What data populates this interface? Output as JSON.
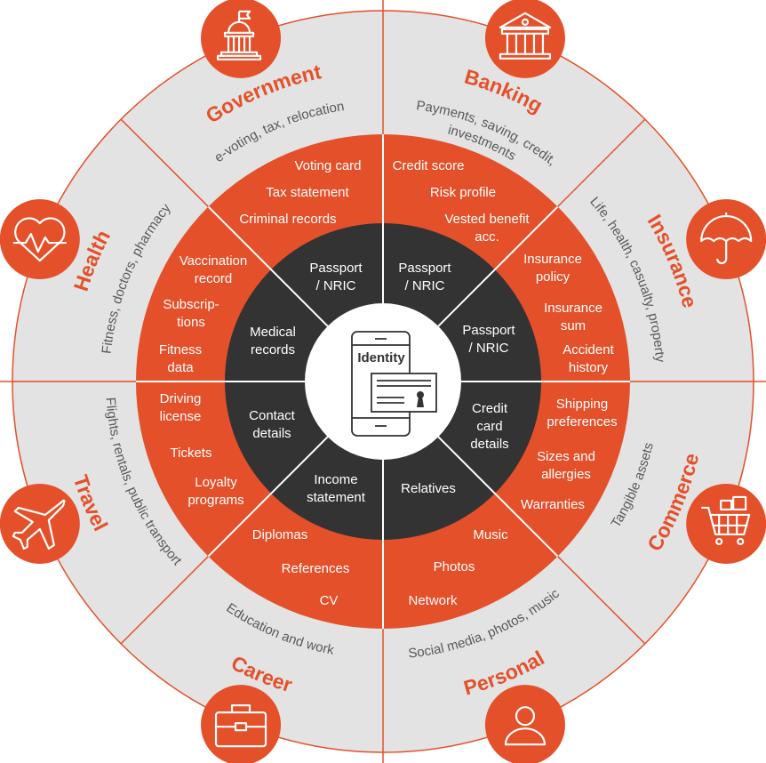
{
  "colors": {
    "accent": "#e4502a",
    "ring": "#e3e3e3",
    "dark": "#333333",
    "desc_text": "#595959"
  },
  "center": {
    "label": "Identity",
    "icon": "phone-id-card-icon"
  },
  "sectors": [
    {
      "title": "Government",
      "description": [
        "e-voting, tax, relocation"
      ],
      "icon": "capitol-building-icon",
      "items": [
        [
          "Voting card"
        ],
        [
          "Tax statement"
        ],
        [
          "Criminal records"
        ]
      ]
    },
    {
      "title": "Banking",
      "description": [
        "Payments, saving, credit,",
        "investments"
      ],
      "icon": "bank-icon",
      "items": [
        [
          "Credit score"
        ],
        [
          "Risk profile"
        ],
        [
          "Vested benefit",
          "acc."
        ]
      ]
    },
    {
      "title": "Insurance",
      "description": [
        "Life, health, casualty, property"
      ],
      "icon": "umbrella-icon",
      "items": [
        [
          "Insurance",
          "policy"
        ],
        [
          "Insurance",
          "sum"
        ],
        [
          "Accident",
          "history"
        ]
      ]
    },
    {
      "title": "Commerce",
      "description": [
        "Tangible assets"
      ],
      "icon": "shopping-cart-icon",
      "items": [
        [
          "Shipping",
          "preferences"
        ],
        [
          "Sizes and",
          "allergies"
        ],
        [
          "Warranties"
        ]
      ]
    },
    {
      "title": "Personal",
      "description": [
        "Social media, photos, music"
      ],
      "icon": "person-icon",
      "items": [
        [
          "Music"
        ],
        [
          "Photos"
        ],
        [
          "Network"
        ]
      ]
    },
    {
      "title": "Career",
      "description": [
        "Education and work"
      ],
      "icon": "briefcase-icon",
      "items": [
        [
          "Diplomas"
        ],
        [
          "References"
        ],
        [
          "CV"
        ]
      ]
    },
    {
      "title": "Travel",
      "description": [
        "Flights, rentals, public transport"
      ],
      "icon": "airplane-icon",
      "items": [
        [
          "Driving",
          "license"
        ],
        [
          "Tickets"
        ],
        [
          "Loyalty",
          "programs"
        ]
      ]
    },
    {
      "title": "Health",
      "description": [
        "Fitness, doctors, pharmacy"
      ],
      "icon": "heart-rate-icon",
      "items": [
        [
          "Vaccination",
          "record"
        ],
        [
          "Subscrip-",
          "tions"
        ],
        [
          "Fitness",
          "data"
        ]
      ]
    }
  ],
  "core": [
    [
      "Passport",
      "/ NRIC"
    ],
    [
      "Passport",
      "/ NRIC"
    ],
    [
      "Passport",
      "/ NRIC"
    ],
    [
      "Credit",
      "card",
      "details"
    ],
    [
      "Relatives"
    ],
    [
      "Income",
      "statement"
    ],
    [
      "Contact",
      "details"
    ],
    [
      "Medical",
      "records"
    ]
  ]
}
